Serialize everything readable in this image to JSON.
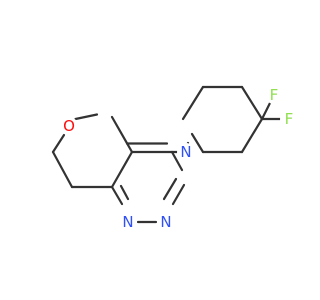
{
  "molecule": {
    "atoms": [
      {
        "id": "O1",
        "label": "O"
      },
      {
        "id": "N1",
        "label": "N"
      },
      {
        "id": "N2",
        "label": "N"
      },
      {
        "id": "N3",
        "label": "N"
      },
      {
        "id": "F1",
        "label": "F"
      },
      {
        "id": "F2",
        "label": "F"
      }
    ]
  },
  "colors": {
    "bond": "#333333",
    "oxygen": "#ff0d0d",
    "nitrogen": "#3050f8",
    "fluorine": "#90e050"
  }
}
